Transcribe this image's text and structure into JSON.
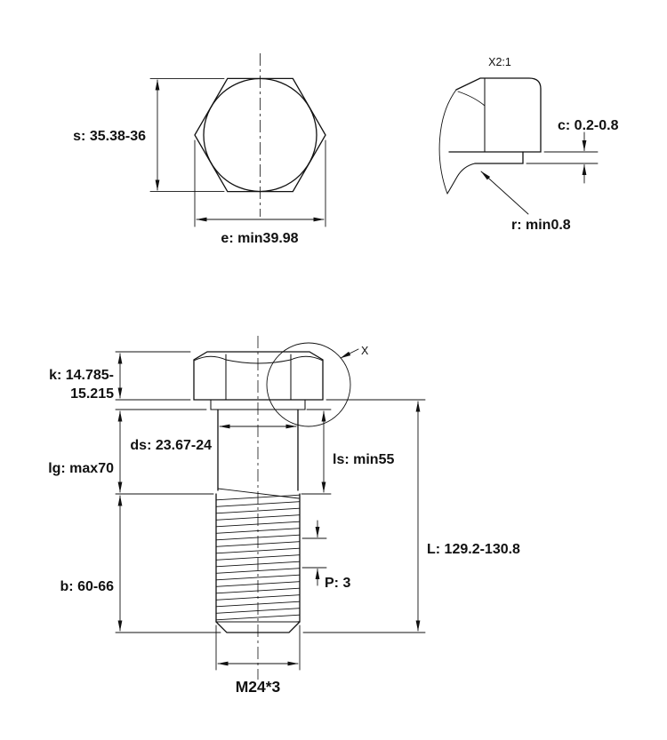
{
  "colors": {
    "line": "#111111",
    "background": "#ffffff"
  },
  "top_view": {
    "s_label": "s: 35.38-36",
    "e_label": "e: min39.98"
  },
  "detail_view": {
    "scale_label": "X2:1",
    "c_label": "c: 0.2-0.8",
    "r_label": "r: min0.8"
  },
  "side_view": {
    "detail_marker": "X",
    "k_label_line1": "k: 14.785-",
    "k_label_line2": "15.215",
    "ds_label": "ds: 23.67-24",
    "lg_label": "lg: max70",
    "ls_label": "ls: min55",
    "b_label": "b: 60-66",
    "l_label": "L: 129.2-130.8",
    "p_label": "P: 3",
    "thread_spec": "M24*3"
  }
}
